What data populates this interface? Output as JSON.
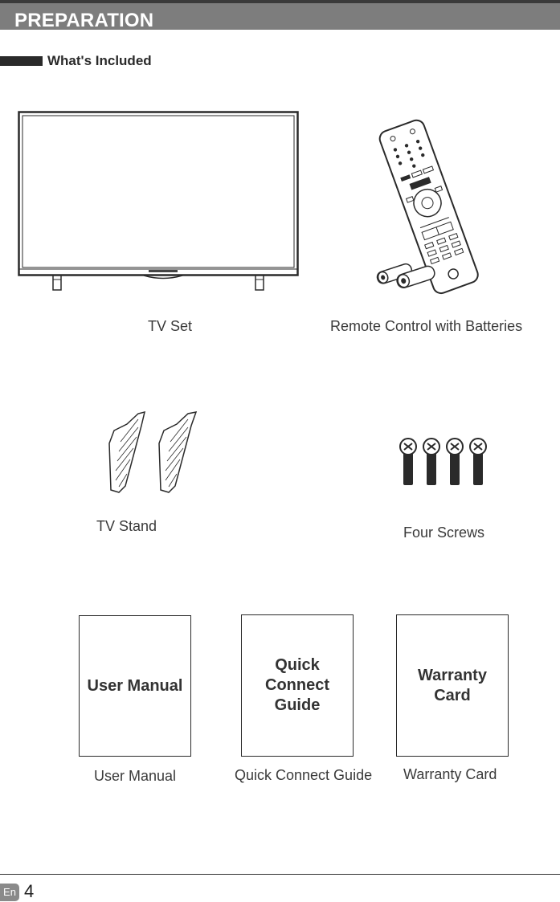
{
  "header": {
    "title": "PREPARATION"
  },
  "section": {
    "title": "What's Included"
  },
  "items": {
    "tv_set": {
      "caption": "TV Set"
    },
    "remote": {
      "caption": "Remote Control with Batteries"
    },
    "stand": {
      "caption": "TV Stand"
    },
    "screws": {
      "caption": "Four Screws"
    },
    "user_manual": {
      "cover_text": "User Manual",
      "caption": "User Manual"
    },
    "quick_guide": {
      "cover_line1": "Quick",
      "cover_line2": "Connect",
      "cover_line3": "Guide",
      "caption": "Quick Connect Guide"
    },
    "warranty": {
      "cover_line1": "Warranty",
      "cover_line2": "Card",
      "caption": "Warranty Card"
    }
  },
  "footer": {
    "language": "En",
    "page_number": "4"
  },
  "colors": {
    "header_bar": "#7d7d7d",
    "header_top_line": "#3a3a3a",
    "line_art": "#2a2a2a"
  },
  "icons": [
    "tv-set-icon",
    "remote-control-icon",
    "battery-icon",
    "tv-stand-icon",
    "screw-icon"
  ]
}
